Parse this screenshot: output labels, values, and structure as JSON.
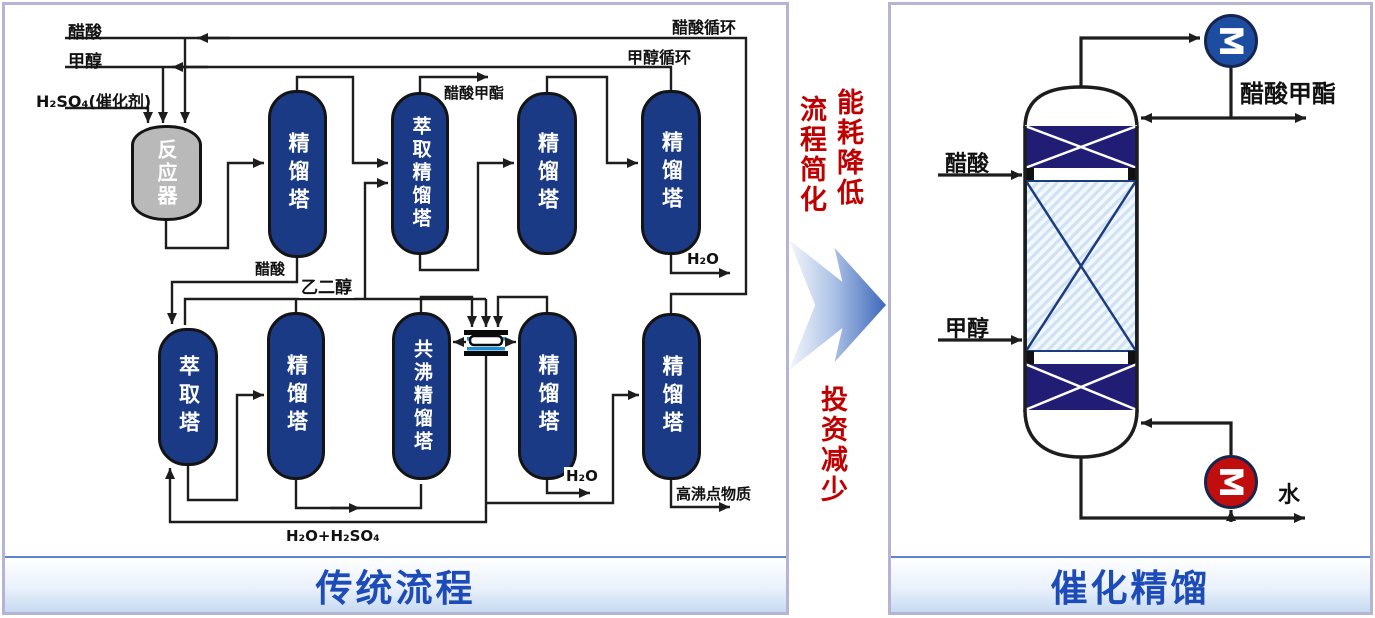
{
  "left_panel": {
    "title": "传统流程",
    "labels": {
      "acetic_acid_feed": "醋酸",
      "methanol_feed": "甲醇",
      "catalyst_feed": "H₂SO₄(催化剂)",
      "acetic_acid_recycle": "醋酸循环",
      "methanol_recycle": "甲醇循环",
      "methyl_acetate": "醋酸甲酯",
      "water_top_right": "H₂O",
      "acetic_acid_stream": "醋酸",
      "ethylene_glycol": "乙二醇",
      "water_bottom_mid": "H₂O",
      "high_boilers": "高沸点物质",
      "water_sulfuric_acid": "H₂O+H₂SO₄"
    },
    "equipment": {
      "reactor": "反应器",
      "towers_top": [
        "精馏塔",
        "萃取精馏塔",
        "精馏塔",
        "精馏塔"
      ],
      "towers_bottom": [
        "萃取塔",
        "精馏塔",
        "共沸精馏塔",
        "精馏塔",
        "精馏塔"
      ]
    }
  },
  "transition": {
    "benefit_left": "流程简化",
    "benefit_right": "能耗降低",
    "benefit_bottom": "投资减少"
  },
  "right_panel": {
    "title": "催化精馏",
    "labels": {
      "acetic_acid_feed": "醋酸",
      "methanol_feed": "甲醇",
      "methyl_acetate_product": "醋酸甲酯",
      "water_product": "水"
    },
    "condenser_symbol": "M",
    "reboiler_symbol": "M"
  },
  "colors": {
    "tower_fill": "#1a3a85",
    "reactor_fill": "#b9b9b9",
    "accent_red": "#c00000",
    "title_blue": "#1d4cb8",
    "panel_border": "#b5b5d3",
    "dark_packing": "#221d74",
    "hatch_stripe": "#cfe2f4",
    "condenser_fill": "#1c4da0",
    "reboiler_fill": "#c00d0d",
    "line_color": "#1d1d1d"
  }
}
